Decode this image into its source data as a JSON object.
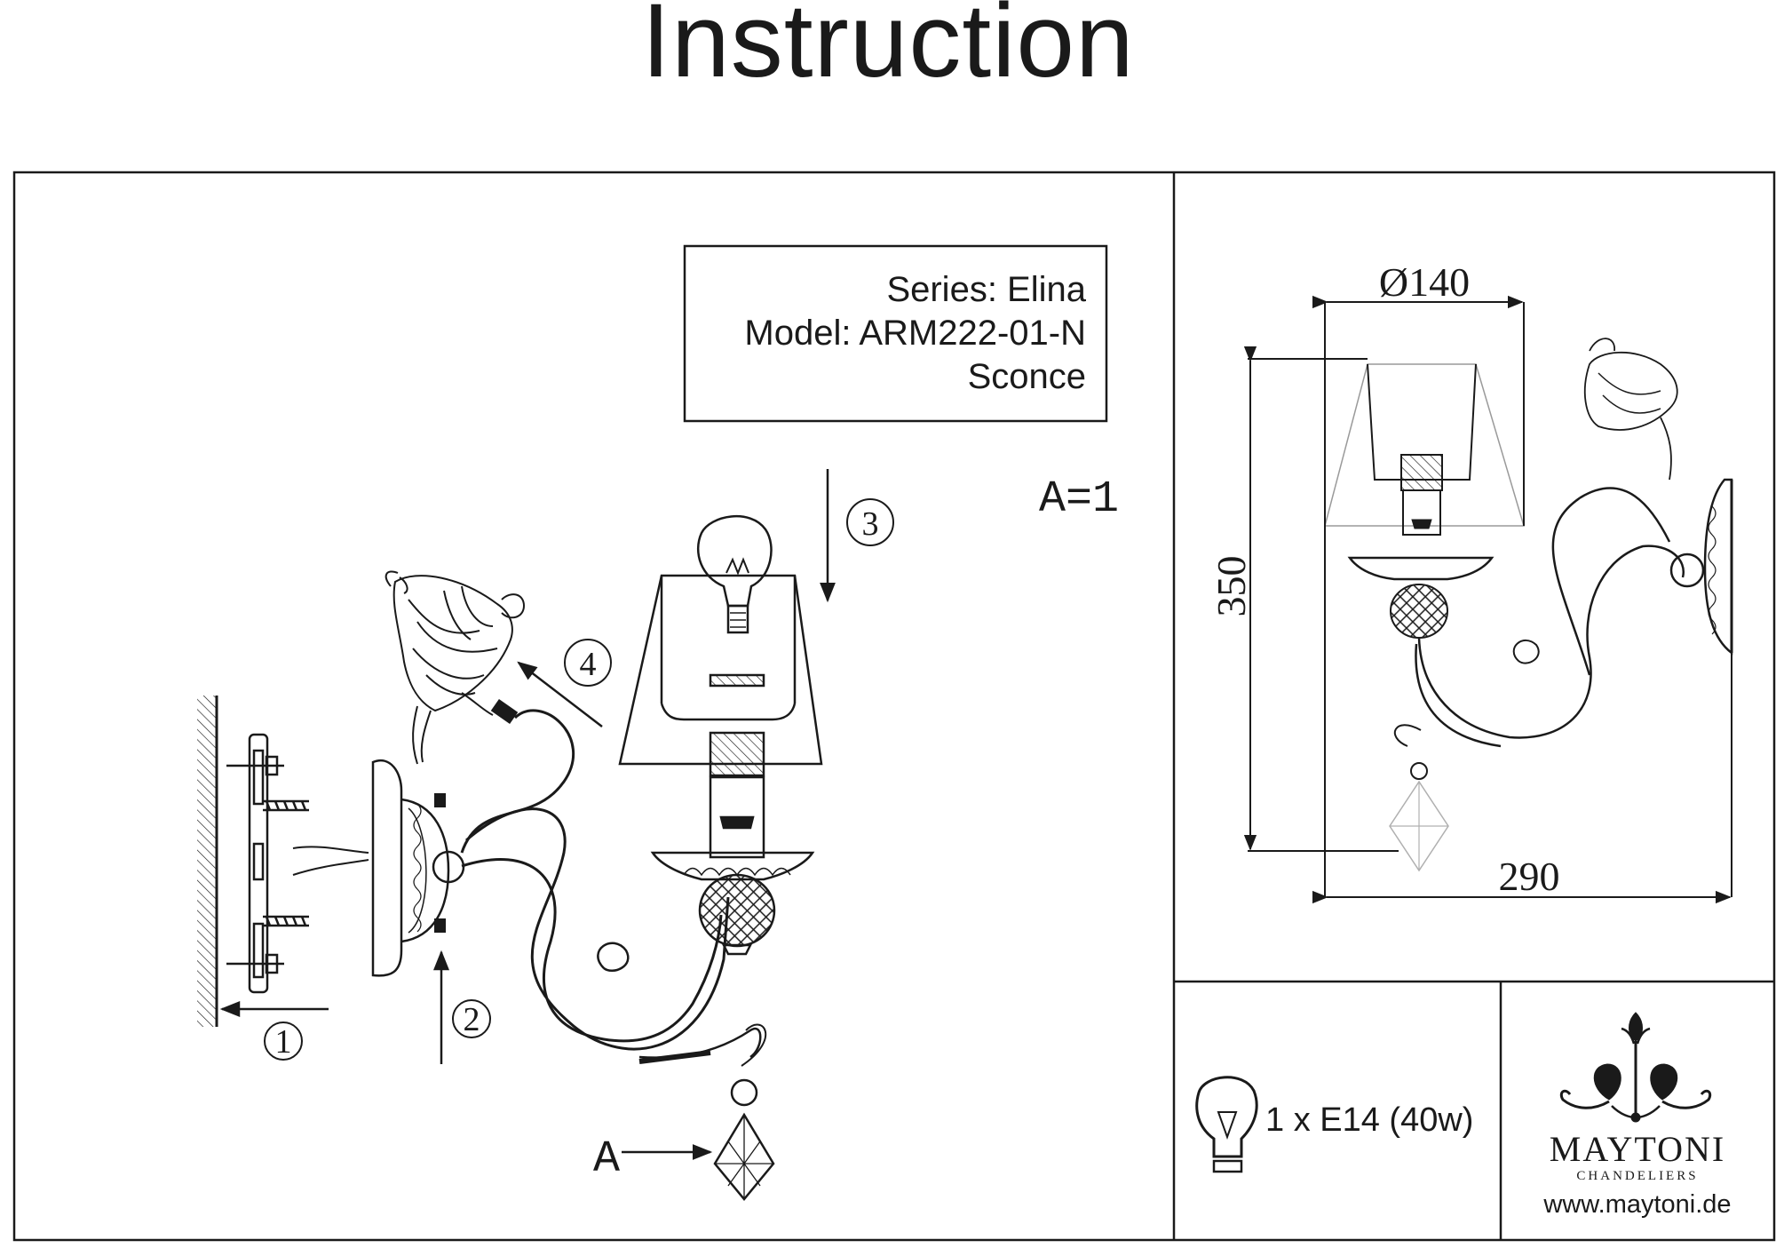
{
  "title": "Instruction",
  "info": {
    "series": "Series: Elina",
    "model": "Model: ARM222-01-N",
    "type": "Sconce"
  },
  "quantity_note": "A=1",
  "part_label": "A",
  "steps": [
    "1",
    "2",
    "3",
    "4"
  ],
  "dimensions": {
    "diameter": "Ø140",
    "height": "350",
    "width": "290"
  },
  "bulb": {
    "spec": "1 x E14 (40w)",
    "icon": "bulb-icon"
  },
  "brand": {
    "name": "MAYTONI",
    "tagline": "CHANDELIERS",
    "url": "www.maytoni.de",
    "logo_icon": "fleur-ornament-icon"
  }
}
